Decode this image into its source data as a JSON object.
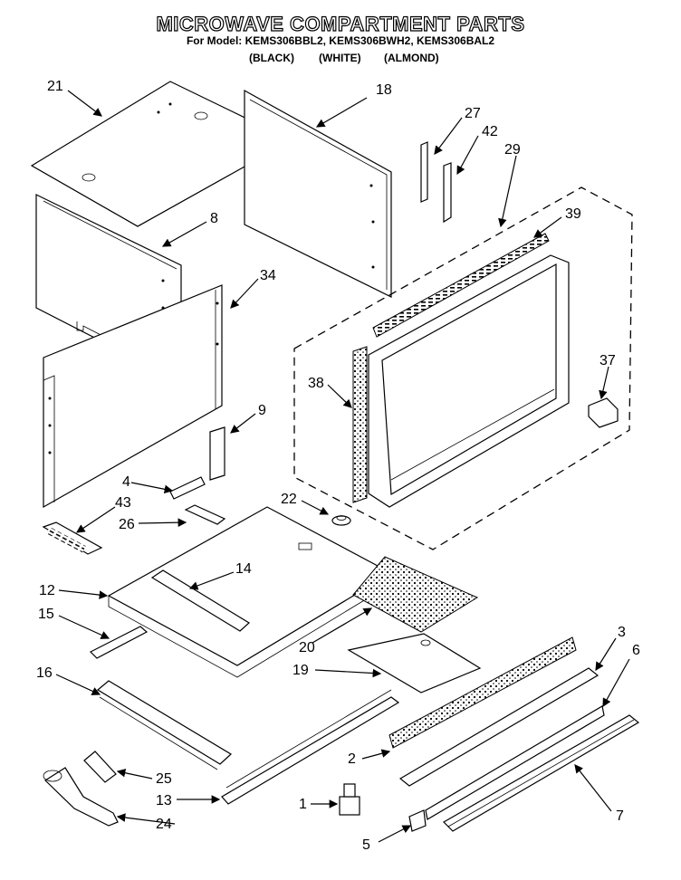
{
  "title": "MICROWAVE COMPARTMENT PARTS",
  "subtitle": "For Model: KEMS306BBL2, KEMS306BWH2, KEMS306BAL2",
  "colors": [
    "(BLACK)",
    "(WHITE)",
    "(ALMOND)"
  ],
  "labels": {
    "p21": "21",
    "p18": "18",
    "p27": "27",
    "p42": "42",
    "p29": "29",
    "p8": "8",
    "p39": "39",
    "p34": "34",
    "p37": "37",
    "p38": "38",
    "p9": "9",
    "p4": "4",
    "p43": "43",
    "p26": "26",
    "p22": "22",
    "p12": "12",
    "p14": "14",
    "p15": "15",
    "p20": "20",
    "p19": "19",
    "p3": "3",
    "p6": "6",
    "p16": "16",
    "p2": "2",
    "p25": "25",
    "p13": "13",
    "p1": "1",
    "p7": "7",
    "p24": "24",
    "p5": "5"
  }
}
